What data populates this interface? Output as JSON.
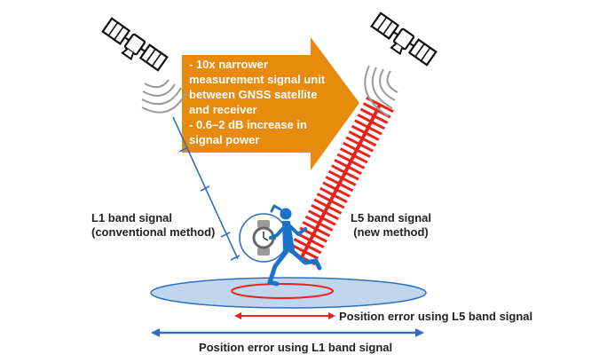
{
  "arrow_text_lines": [
    "- 10x narrower",
    "measurement signal unit",
    "between GNSS satellite",
    "and receiver",
    "- 0.6–2 dB increase in",
    "signal power"
  ],
  "l1_label": {
    "line1": "L1 band signal",
    "line2": "(conventional method)"
  },
  "l5_label": {
    "line1": "L5 band signal",
    "line2": "(new method)"
  },
  "l5_error_label": "Position error using L5 band signal",
  "l1_error_label": "Position error using L1 band signal",
  "icons": [
    "satellite-icon",
    "satellite-icon",
    "watch-icon",
    "runner-icon"
  ],
  "colors": {
    "orange": "#E88A0E",
    "l5_red": "#E8231E",
    "l1_blue": "#2E6FC4",
    "ellipse_fill": "#BFD6EC",
    "runner_blue": "#1B73C8",
    "wave_gray": "#9a9a9a"
  }
}
